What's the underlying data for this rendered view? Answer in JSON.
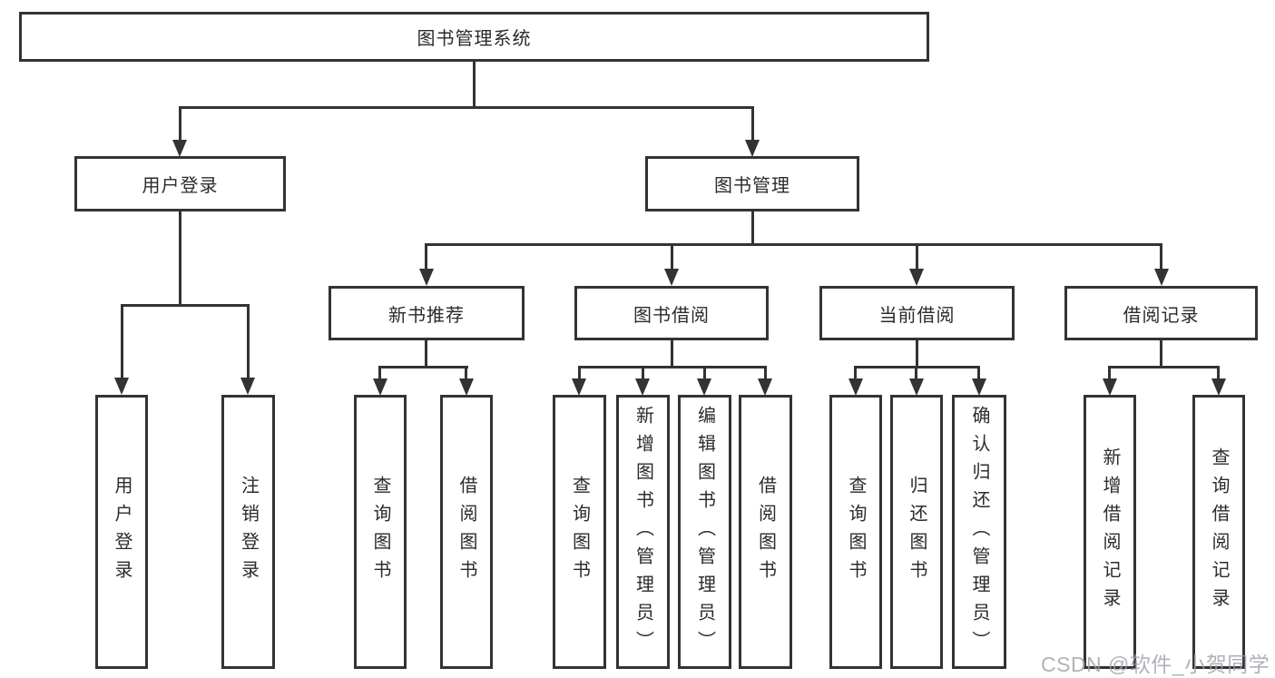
{
  "colors": {
    "box_border": "#333333",
    "connector": "#333333",
    "text": "#2b2b2b",
    "watermark": "#9e9ea6"
  },
  "tree": {
    "root": {
      "label": "图书管理系统"
    },
    "branches": [
      {
        "label": "用户登录",
        "children": [
          {
            "label": "用户登录"
          },
          {
            "label": "注销登录"
          }
        ]
      },
      {
        "label": "图书管理",
        "children": [
          {
            "label": "新书推荐",
            "children": [
              {
                "label": "查询图书"
              },
              {
                "label": "借阅图书"
              }
            ]
          },
          {
            "label": "图书借阅",
            "children": [
              {
                "label": "查询图书"
              },
              {
                "label": "新增图书（管理员）"
              },
              {
                "label": "编辑图书（管理员）"
              },
              {
                "label": "借阅图书"
              }
            ]
          },
          {
            "label": "当前借阅",
            "children": [
              {
                "label": "查询图书"
              },
              {
                "label": "归还图书"
              },
              {
                "label": "确认归还（管理员）"
              }
            ]
          },
          {
            "label": "借阅记录",
            "children": [
              {
                "label": "新增借阅记录"
              },
              {
                "label": "查询借阅记录"
              }
            ]
          }
        ]
      }
    ]
  },
  "watermark": {
    "text": "CSDN @软件_小贺同学"
  }
}
